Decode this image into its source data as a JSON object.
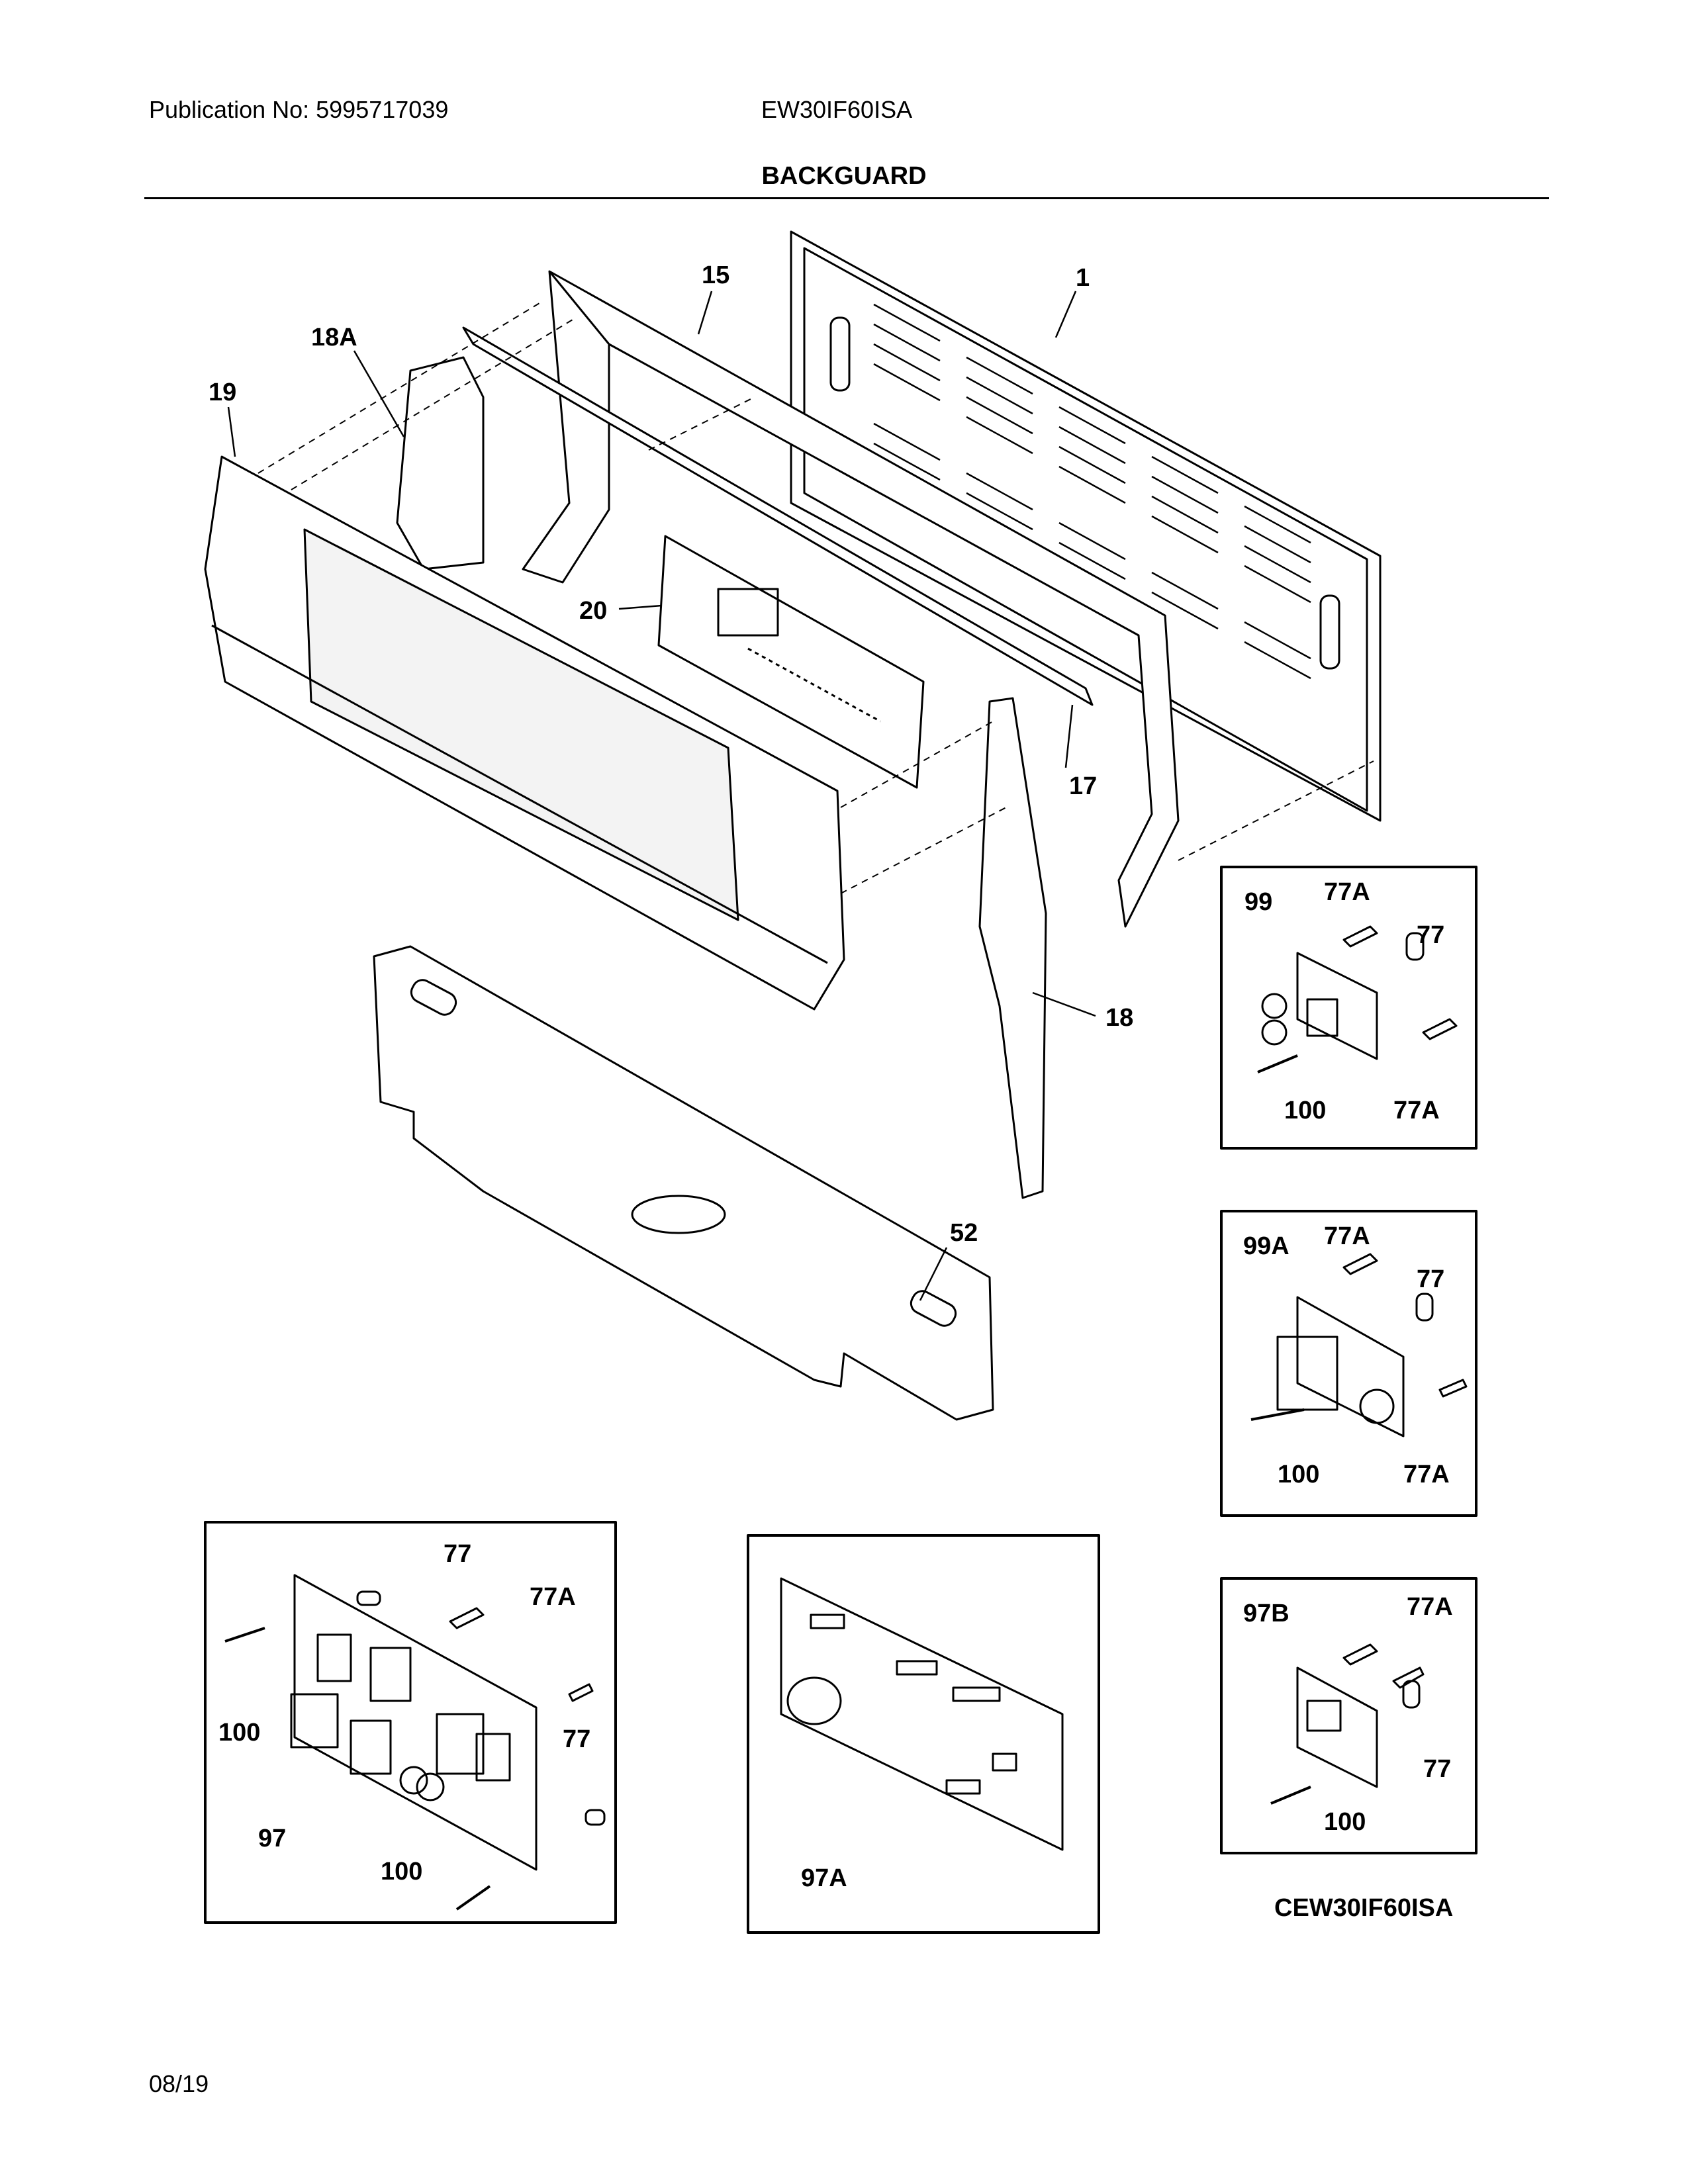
{
  "header": {
    "publication": "Publication No: 5995717039",
    "model": "EW30IF60ISA",
    "title": "BACKGUARD"
  },
  "footer": {
    "date": "08/19",
    "model_code": "CEW30IF60ISA"
  },
  "callouts": {
    "p1": "1",
    "p15": "15",
    "p18A": "18A",
    "p19": "19",
    "p20": "20",
    "p17": "17",
    "p18": "18",
    "p52": "52",
    "box1": {
      "board": "99",
      "spacer": "77",
      "clipTop": "77A",
      "clipBottom": "77A",
      "screw": "100"
    },
    "box2": {
      "board": "99A",
      "spacer": "77",
      "clipTop": "77A",
      "clipBottom": "77A",
      "screw": "100"
    },
    "box3": {
      "board": "97B",
      "spacer": "77",
      "clip": "77A",
      "screw": "100"
    },
    "box4": {
      "board": "97",
      "spacerTop": "77",
      "spacerBottom": "77",
      "clip": "77A",
      "screwLeft": "100",
      "screwBottom": "100"
    },
    "box5": {
      "board": "97A"
    }
  }
}
